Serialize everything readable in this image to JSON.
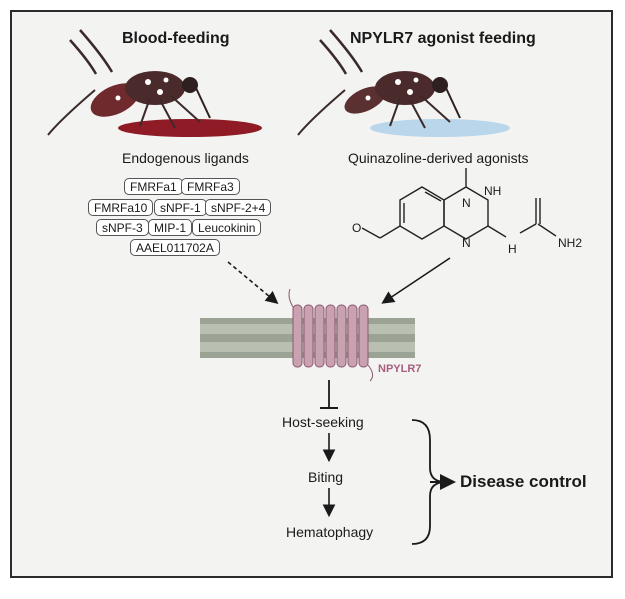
{
  "panels": {
    "left_title": "Blood-feeding",
    "right_title": "NPYLR7 agonist feeding",
    "left_subtitle": "Endogenous ligands",
    "right_subtitle": "Quinazoline-derived agonists"
  },
  "ligands": [
    "FMRFa1",
    "FMRFa3",
    "FMRFa10",
    "sNPF-1",
    "sNPF-2+4",
    "sNPF-3",
    "MIP-1",
    "Leucokinin",
    "AAEL011702A"
  ],
  "molecule_labels": {
    "nh_top": "NH",
    "nh2": "NH2",
    "n_upper": "N",
    "n_lower": "N",
    "h_bottom": "H",
    "o": "O"
  },
  "receptor": {
    "label": "NPYLR7"
  },
  "flow": {
    "step1": "Host-seeking",
    "step2": "Biting",
    "step3": "Hematophagy"
  },
  "outcome": {
    "label": "Disease control"
  },
  "colors": {
    "blood": "#8e1b25",
    "agonist_liquid": "#b9d6ea",
    "receptor": "#c9a1b1",
    "receptor_label": "#a5607f",
    "membrane": "#8d9a88"
  }
}
